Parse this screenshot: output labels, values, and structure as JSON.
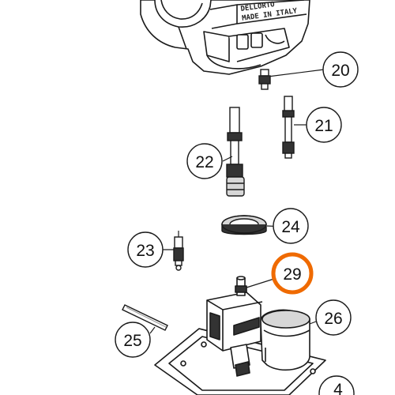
{
  "colors": {
    "line": "#1a1a1a",
    "fill": "#ffffff",
    "shade": "#d7d7d7",
    "dark": "#333333",
    "highlight": "#ef6a00"
  },
  "body_stamp": {
    "line1": "DELLORTO",
    "line2": "MADE IN ITALY"
  },
  "callouts": [
    {
      "id": "20",
      "label": "20",
      "highlighted": false
    },
    {
      "id": "21",
      "label": "21",
      "highlighted": false
    },
    {
      "id": "22",
      "label": "22",
      "highlighted": false
    },
    {
      "id": "23",
      "label": "23",
      "highlighted": false
    },
    {
      "id": "24",
      "label": "24",
      "highlighted": false
    },
    {
      "id": "25",
      "label": "25",
      "highlighted": false
    },
    {
      "id": "26",
      "label": "26",
      "highlighted": false
    },
    {
      "id": "29",
      "label": "29",
      "highlighted": true
    },
    {
      "id": "partial",
      "label": "4",
      "highlighted": false
    }
  ]
}
